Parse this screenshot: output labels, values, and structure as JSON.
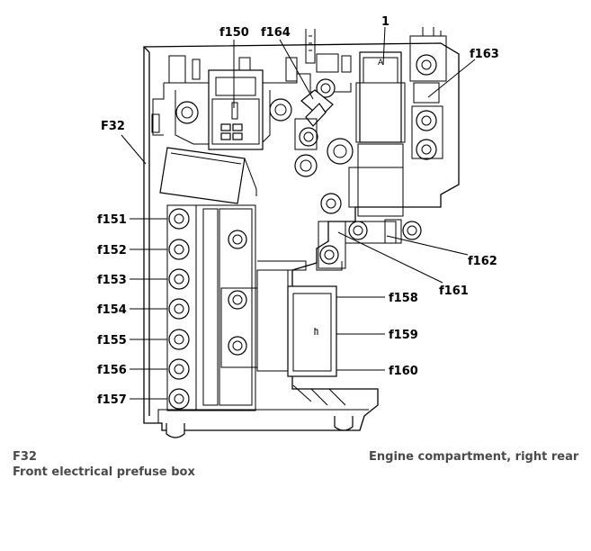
{
  "callouts": {
    "f150": "f150",
    "f164": "f164",
    "one": "1",
    "f163": "f163",
    "f32": "F32",
    "f151": "f151",
    "f152": "f152",
    "f153": "f153",
    "f154": "f154",
    "f155": "f155",
    "f156": "f156",
    "f157": "f157",
    "f158": "f158",
    "f159": "f159",
    "f160": "f160",
    "f161": "f161",
    "f162": "f162"
  },
  "component_marks": {
    "relay_letter": "A"
  },
  "caption": {
    "code": "F32",
    "title": "Front electrical prefuse box",
    "location": "Engine compartment, right rear"
  }
}
